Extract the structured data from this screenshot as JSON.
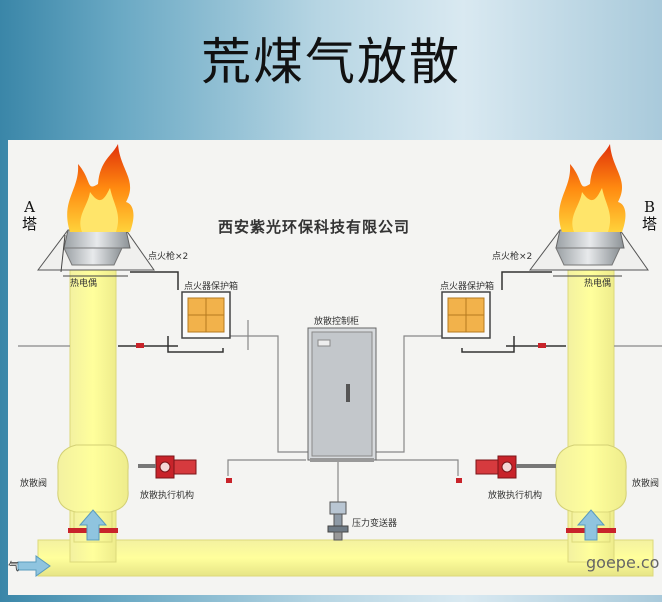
{
  "title": "荒煤气放散",
  "company": "西安紫光环保科技有限公司",
  "towers": {
    "left": {
      "letter": "A",
      "name": "塔"
    },
    "right": {
      "letter": "B",
      "name": "塔"
    }
  },
  "labels": {
    "igniter_left": "点火枪×2",
    "igniter_right": "点火枪×2",
    "thermocouple_left": "热电偶",
    "thermocouple_right": "热电偶",
    "igniter_box_left": "点火器保护箱",
    "igniter_box_right": "点火器保护箱",
    "control_cabinet": "放散控制柜",
    "valve_left": "放散阀",
    "valve_right": "放散阀",
    "actuator_left": "放散执行机构",
    "actuator_right": "放散执行机构",
    "pressure_transmitter": "压力变送器",
    "inlet_fragment": "气"
  },
  "watermark": "goepe.co",
  "colors": {
    "pipe": "#ffff9a",
    "pipe_edge": "#e3e27a",
    "box_orange": "#f2b24b",
    "actuator_red": "#c8232a"
  }
}
